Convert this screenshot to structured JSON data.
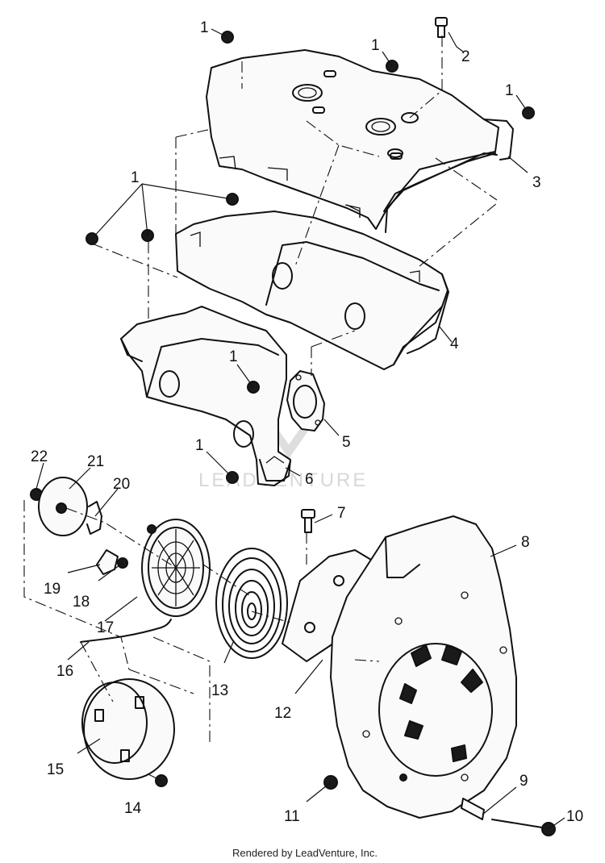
{
  "diagram": {
    "watermark": "LEADVENTURE",
    "footer": "Rendered by LeadVenture, Inc.",
    "callouts": [
      {
        "id": "c1a",
        "label": "1"
      },
      {
        "id": "c1b",
        "label": "1"
      },
      {
        "id": "c1c",
        "label": "1"
      },
      {
        "id": "c1d",
        "label": "1"
      },
      {
        "id": "c1e",
        "label": "1"
      },
      {
        "id": "c1f",
        "label": "1"
      },
      {
        "id": "c2",
        "label": "2"
      },
      {
        "id": "c3",
        "label": "3"
      },
      {
        "id": "c4",
        "label": "4"
      },
      {
        "id": "c5",
        "label": "5"
      },
      {
        "id": "c6",
        "label": "6"
      },
      {
        "id": "c7",
        "label": "7"
      },
      {
        "id": "c8",
        "label": "8"
      },
      {
        "id": "c9",
        "label": "9"
      },
      {
        "id": "c10",
        "label": "10"
      },
      {
        "id": "c11",
        "label": "11"
      },
      {
        "id": "c12",
        "label": "12"
      },
      {
        "id": "c13",
        "label": "13"
      },
      {
        "id": "c14",
        "label": "14"
      },
      {
        "id": "c15",
        "label": "15"
      },
      {
        "id": "c16",
        "label": "16"
      },
      {
        "id": "c17",
        "label": "17"
      },
      {
        "id": "c18",
        "label": "18"
      },
      {
        "id": "c19",
        "label": "19"
      },
      {
        "id": "c20",
        "label": "20"
      },
      {
        "id": "c21",
        "label": "21"
      },
      {
        "id": "c22",
        "label": "22"
      }
    ]
  }
}
